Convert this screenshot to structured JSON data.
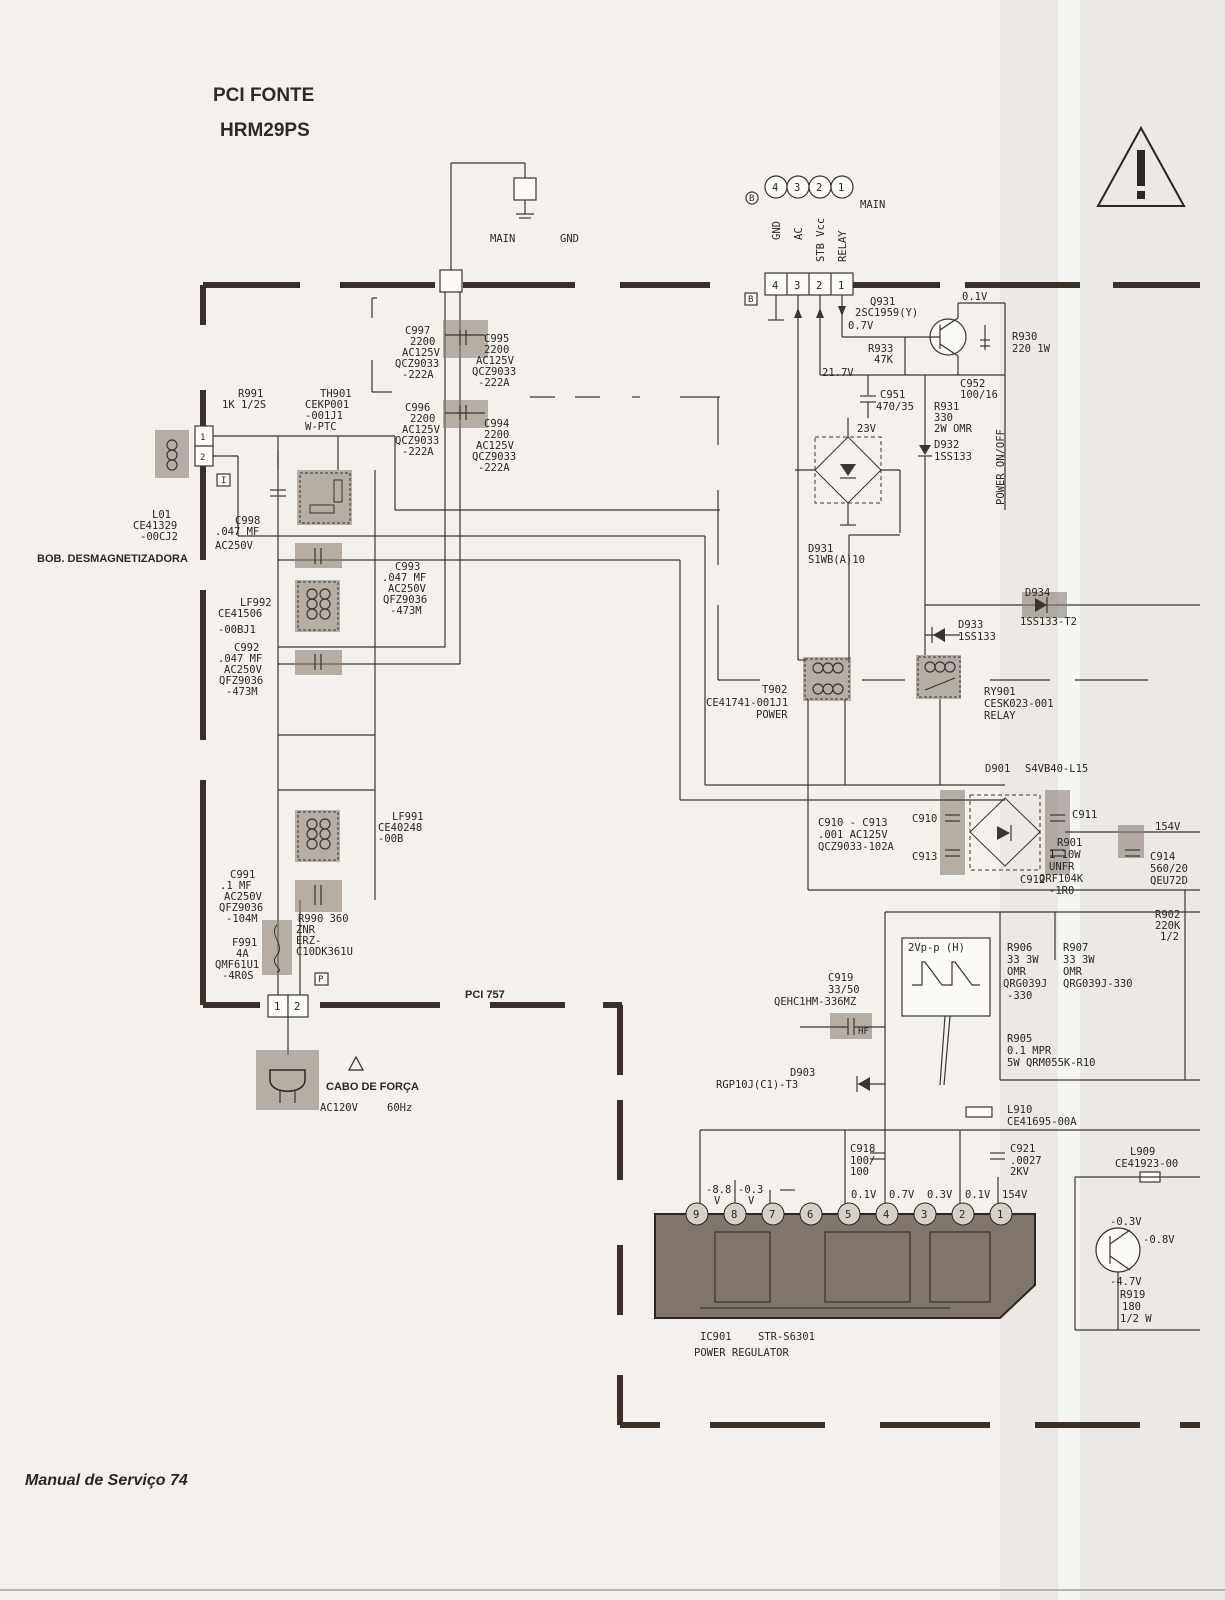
{
  "title": {
    "line1": "PCI FONTE",
    "line2": "HRM29PS"
  },
  "footer": "Manual de Serviço 74",
  "pci757": "PCI 757",
  "top_connector": {
    "main": "MAIN",
    "gnd": "GND"
  },
  "connector_b": {
    "pins": [
      "4",
      "3",
      "2",
      "1"
    ],
    "labels": [
      "GND",
      "AC",
      "STB Vcc",
      "RELAY"
    ],
    "main": "MAIN"
  },
  "blocks": {
    "i_label": "I",
    "p_label": "P",
    "b_label": "B",
    "circle_b": "B",
    "plug_pins": [
      "1",
      "2"
    ],
    "deg_pins": [
      "1",
      "2"
    ]
  },
  "left": {
    "r991": [
      "R991",
      "1K 1/2S"
    ],
    "th901": [
      "TH901",
      "CEKP001",
      "-001J1",
      "W-PTC"
    ],
    "l01": [
      "L01",
      "CE41329",
      "-00CJ2"
    ],
    "bob": "BOB. DESMAGNETIZADORA",
    "c998": [
      "C998",
      ".047 MF",
      "AC250V"
    ],
    "c993": [
      "C993",
      ".047 MF",
      "AC250V",
      "QFZ9036",
      "-473M"
    ],
    "lf992": [
      "LF992",
      "CE41506",
      "-00BJ1"
    ],
    "c992": [
      "C992",
      ".047 MF",
      "AC250V",
      "QFZ9036",
      "-473M"
    ],
    "lf991": [
      "LF991",
      "CE40248",
      "-00B"
    ],
    "c991": [
      "C991",
      ".1    MF",
      "AC250V",
      "QFZ9036",
      "-104M"
    ],
    "r990": [
      "R990 360",
      "ZNR",
      "ERZ-",
      "C10DK361U"
    ],
    "f991": [
      "F991",
      "4A",
      "QMF61U1",
      "-4R0S"
    ],
    "cabo": "CABO DE FORÇA",
    "ac": "AC120V",
    "hz": "60Hz"
  },
  "caps_top": {
    "c997": [
      "C997",
      "2200",
      "AC125V",
      "QCZ9033",
      "-222A"
    ],
    "c995": [
      "C995",
      "2200",
      "AC125V",
      "QCZ9033",
      "-222A"
    ],
    "c996": [
      "C996",
      "2200",
      "AC125V",
      "QCZ9033",
      "-222A"
    ],
    "c994": [
      "C994",
      "2200",
      "AC125V",
      "QCZ9033",
      "-222A"
    ]
  },
  "right": {
    "q931": [
      "Q931",
      "2SC1959(Y)",
      "0.7V"
    ],
    "q931_v": "0.1V",
    "r930": [
      "R930",
      "220 1W"
    ],
    "r933": [
      "R933",
      "47K"
    ],
    "c952": [
      "C952",
      "100/16"
    ],
    "v217": "21.7V",
    "c951": [
      "C951",
      "470/35"
    ],
    "r931": [
      "R931",
      "330",
      "2W OMR"
    ],
    "v23": "23V",
    "d932": [
      "D932",
      "1SS133"
    ],
    "power": "POWER ON/OFF",
    "d931": [
      "D931",
      "S1WB(A)10"
    ],
    "d934": [
      "D934",
      "1SS133-T2"
    ],
    "d933": [
      "D933",
      "1SS133"
    ],
    "t902": [
      "T902",
      "CE41741-001J1",
      "POWER"
    ],
    "ry901": [
      "RY901",
      "CESK023-001",
      "RELAY"
    ],
    "d901": [
      "D901",
      "S4VB40-L15"
    ],
    "c910": [
      "C910  -  C913",
      ".001  AC125V",
      "QCZ9033-102A"
    ],
    "c910s": "C910",
    "c913s": "C913",
    "c911": "C911",
    "c912": "C912",
    "r901": [
      "R901",
      "1  10W",
      "UNFR",
      "QRF104K",
      "-1R0"
    ],
    "c914": [
      "C914",
      "560/20",
      "QEU72D"
    ],
    "v154": "154V",
    "r902": [
      "R902",
      "220K",
      "1/2"
    ],
    "wave": "2Vp-p  (H)",
    "r906": [
      "R906",
      "33 3W",
      "OMR",
      "QRG039J",
      "-330"
    ],
    "r907": [
      "R907",
      "33 3W",
      "OMR",
      "QRG039J-330"
    ],
    "c919": [
      "C919",
      "33/50",
      "QEHC1HM-336MZ"
    ],
    "hf": "HF",
    "r905": [
      "R905",
      "0.1 MPR",
      "5W  QRM055K-R10"
    ],
    "d903": [
      "D903",
      "RGP10J(C1)-T3"
    ],
    "l910": [
      "L910",
      "CE41695-00A"
    ],
    "c918": [
      "C918",
      "100/",
      "100"
    ],
    "c921": [
      "C921",
      ".0027",
      "2KV"
    ],
    "l909": [
      "L909",
      "CE41923-00"
    ],
    "ic_volts": [
      "-8.8",
      "V",
      "-0.3",
      "V",
      "0.1V",
      "0.7V",
      "0.3V",
      "0.1V",
      "154V"
    ],
    "ic_pins": [
      "9",
      "8",
      "7",
      "6",
      "5",
      "4",
      "3",
      "2",
      "1"
    ],
    "ic901": [
      "IC901",
      "STR-S6301",
      "POWER REGULATOR"
    ],
    "q_volts": [
      "-0.3V",
      "-0.8V",
      "-4.7V"
    ],
    "r919": [
      "R919",
      "180",
      "1/2 W"
    ]
  }
}
